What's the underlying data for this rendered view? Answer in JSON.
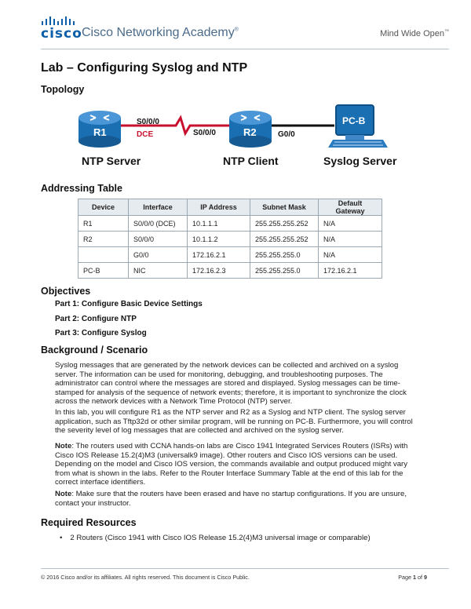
{
  "header": {
    "logo": "cisco",
    "academy": "Cisco Networking Academy",
    "trademark": "®",
    "tagline": "Mind Wide Open",
    "tagline_mark": "™"
  },
  "title": "Lab – Configuring Syslog and NTP",
  "topology": {
    "heading": "Topology",
    "r1": "R1",
    "r2": "R2",
    "pcb": "PC-B",
    "r1_port": "S0/0/0",
    "dce": "DCE",
    "r2_port": "S0/0/0",
    "g0": "G0/0",
    "ntp_server": "NTP Server",
    "ntp_client": "NTP Client",
    "syslog_server": "Syslog Server"
  },
  "addressing": {
    "heading": "Addressing Table",
    "columns": [
      "Device",
      "Interface",
      "IP Address",
      "Subnet Mask",
      "Default Gateway"
    ],
    "rows": [
      [
        "R1",
        "S0/0/0 (DCE)",
        "10.1.1.1",
        "255.255.255.252",
        "N/A"
      ],
      [
        "R2",
        "S0/0/0",
        "10.1.1.2",
        "255.255.255.252",
        "N/A"
      ],
      [
        "",
        "G0/0",
        "172.16.2.1",
        "255.255.255.0",
        "N/A"
      ],
      [
        "PC-B",
        "NIC",
        "172.16.2.3",
        "255.255.255.0",
        "172.16.2.1"
      ]
    ]
  },
  "objectives": {
    "heading": "Objectives",
    "parts": [
      "Part 1: Configure Basic Device Settings",
      "Part 2: Configure NTP",
      "Part 3: Configure Syslog"
    ]
  },
  "background": {
    "heading": "Background / Scenario",
    "p1": "Syslog messages that are generated by the network devices can be collected and archived on a syslog server. The information can be used for monitoring, debugging, and troubleshooting purposes. The administrator can control where the messages are stored and displayed. Syslog messages can be time-stamped for analysis of the sequence of network events; therefore, it is important to synchronize the clock across the network devices with a Network Time Protocol (NTP) server.",
    "p2": "In this lab, you will configure R1 as the NTP server and R2 as a Syslog and NTP client. The syslog server application, such as Tftp32d or other similar program, will be running on PC-B. Furthermore, you will control the severity level of log messages that are collected and archived on the syslog server.",
    "note_label": "Note",
    "note1": ": The routers used with CCNA hands-on labs are Cisco 1941 Integrated Services Routers (ISRs) with Cisco IOS Release 15.2(4)M3 (universalk9 image). Other routers and Cisco IOS versions can be used. Depending on the model and Cisco IOS version, the commands available and output produced might vary from what is shown in the labs. Refer to the Router Interface Summary Table at the end of this lab for the correct interface identifiers.",
    "note2": ": Make sure that the routers have been erased and have no startup configurations. If you are unsure, contact your instructor."
  },
  "resources": {
    "heading": "Required Resources",
    "items": [
      "2 Routers (Cisco 1941 with Cisco IOS Release 15.2(4)M3 universal image or comparable)"
    ]
  },
  "footer": {
    "copyright": "© 2016 Cisco and/or its affiliates. All rights reserved. This document is Cisco Public.",
    "page_prefix": "Page ",
    "page_num": "1",
    "page_of": " of ",
    "page_total": "9"
  },
  "colors": {
    "brand_blue": "#0b5ea8",
    "serial_red": "#c8102e",
    "router_blue": "#1a6fb3"
  }
}
